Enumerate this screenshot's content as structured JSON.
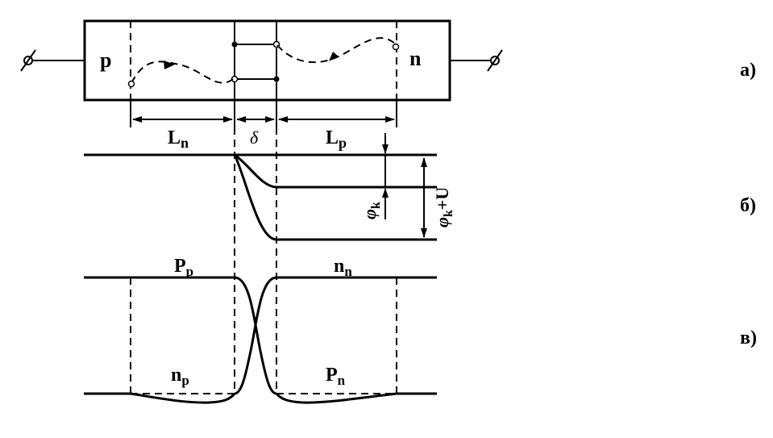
{
  "panels": {
    "a": "а)",
    "b": "б)",
    "c": "в)"
  },
  "regions": {
    "p": "p",
    "n": "n"
  },
  "dimensions": {
    "ln_main": "L",
    "ln_sub": "n",
    "delta": "δ",
    "lp_main": "L",
    "lp_sub": "p"
  },
  "potential": {
    "phi": "φ",
    "phi_sub": "k",
    "phi2": "φ",
    "phi2_sub": "k",
    "plus_u": "+U"
  },
  "concentrations": {
    "pp_main": "P",
    "pp_sub": "p",
    "nn_main": "n",
    "nn_sub": "n",
    "np_main": "n",
    "np_sub": "p",
    "pn_main": "P",
    "pn_sub": "n"
  }
}
